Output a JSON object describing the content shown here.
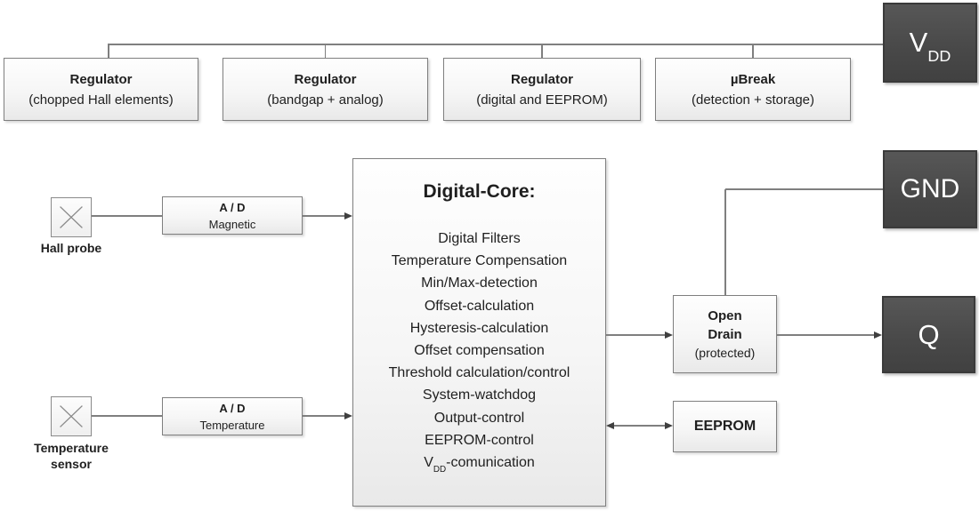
{
  "top_blocks": [
    {
      "title": "Regulator",
      "subtitle": "(chopped Hall elements)"
    },
    {
      "title": "Regulator",
      "subtitle": "(bandgap + analog)"
    },
    {
      "title": "Regulator",
      "subtitle": "(digital and EEPROM)"
    },
    {
      "title": "µBreak",
      "subtitle": "(detection + storage)"
    }
  ],
  "pins": {
    "vdd": {
      "prefix": "V",
      "sub": "DD"
    },
    "gnd": "GND",
    "q": "Q"
  },
  "sensors": {
    "hall": {
      "label": "Hall probe"
    },
    "temperature": {
      "label": "Temperature sensor"
    }
  },
  "ad_blocks": [
    {
      "title": "A / D",
      "subtitle": "Magnetic"
    },
    {
      "title": "A / D",
      "subtitle": "Temperature"
    }
  ],
  "core": {
    "title": "Digital-Core:",
    "items": [
      "Digital Filters",
      "Temperature Compensation",
      "Min/Max-detection",
      "Offset-calculation",
      "Hysteresis-calculation",
      "Offset compensation",
      "Threshold calculation/control",
      "System-watchdog",
      "Output-control",
      "EEPROM-control"
    ],
    "last_item": {
      "prefix": "V",
      "sub": "DD",
      "suffix": "-comunication"
    }
  },
  "open_drain": {
    "line1": "Open",
    "line2": "Drain",
    "line3": "(protected)"
  },
  "eeprom": {
    "label": "EEPROM"
  },
  "colors": {
    "pin_box": "#4a4a4a",
    "pin_border": "#3a3a3a",
    "pin_text": "#ffffff",
    "box_border": "#7f7f7f",
    "box_fill_top": "#fefefe",
    "box_fill_bottom": "#e9e9e9",
    "line": "#7f7f7f",
    "arrow": "#3f3f3f",
    "text": "#1f1f1f",
    "background": "#ffffff"
  }
}
